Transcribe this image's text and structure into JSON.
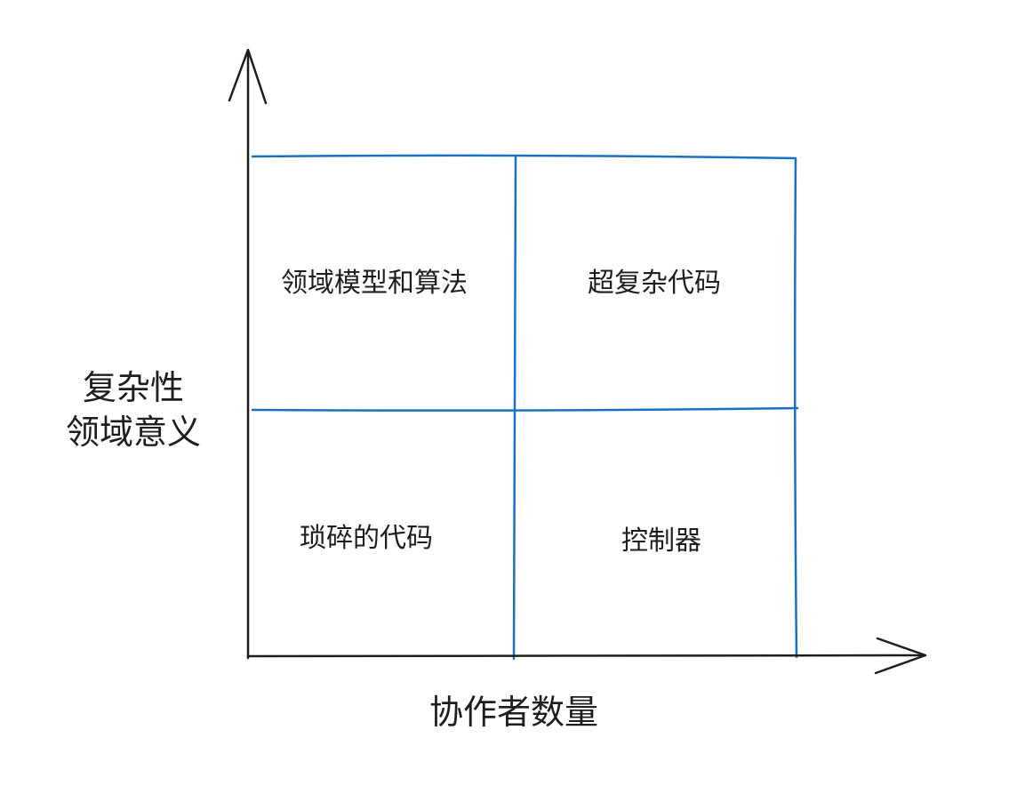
{
  "diagram": {
    "y_axis_label": {
      "line1": "复杂性",
      "line2": "领域意义"
    },
    "x_axis_label": "协作者数量",
    "quadrants": {
      "top_left": "领域模型和算法",
      "top_right": "超复杂代码",
      "bottom_left": "琐碎的代码",
      "bottom_right": "控制器"
    }
  },
  "colors": {
    "axis": "#1e1e1e",
    "grid": "#1971c2",
    "text": "#1e1e1e"
  }
}
